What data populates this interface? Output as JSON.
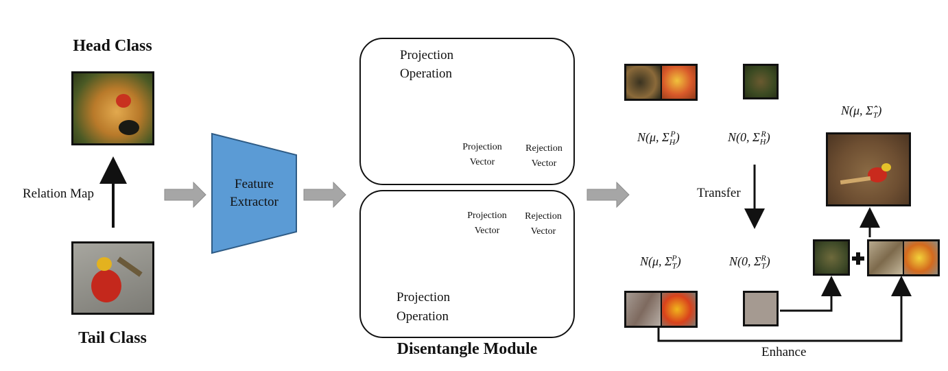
{
  "head_class": {
    "title": "Head Class"
  },
  "tail_class": {
    "title": "Tail Class"
  },
  "relation_map": {
    "label": "Relation Map"
  },
  "feature_extractor": {
    "line1": "Feature",
    "line2": "Extractor",
    "color": "#5b9bd5"
  },
  "disentangle_module": {
    "title": "Disentangle Module",
    "top_panel": {
      "operation_line1": "Projection",
      "operation_line2": "Operation",
      "projection_vector_line1": "Projection",
      "projection_vector_line2": "Vector",
      "rejection_vector_line1": "Rejection",
      "rejection_vector_line2": "Vector"
    },
    "bottom_panel": {
      "operation_line1": "Projection",
      "operation_line2": "Operation",
      "projection_vector_line1": "Projection",
      "projection_vector_line2": "Vector",
      "rejection_vector_line1": "Rejection",
      "rejection_vector_line2": "Vector"
    }
  },
  "distributions": {
    "head_projection": {
      "prefix": "N(μ, Σ",
      "sub": "H",
      "sup": "P",
      "suffix": ")"
    },
    "head_rejection": {
      "prefix": "N(0, Σ",
      "sub": "H",
      "sup": "R",
      "suffix": ")"
    },
    "tail_projection": {
      "prefix": "N(μ, Σ",
      "sub": "T",
      "sup": "P",
      "suffix": ")"
    },
    "tail_rejection": {
      "prefix": "N(0, Σ",
      "sub": "T",
      "sup": "R",
      "suffix": ")"
    },
    "enhanced": {
      "prefix": "N(μ, Σ̂",
      "sub": "T",
      "suffix": ")"
    }
  },
  "transfer": {
    "label": "Transfer"
  },
  "enhance": {
    "label": "Enhance"
  },
  "colors": {
    "arrow_gray": "#a6a6a6",
    "vector_top": "#e6ddf3",
    "vector_bottom": "#dcebf7"
  },
  "icons": [
    "plus-icon",
    "arrow-icon"
  ]
}
